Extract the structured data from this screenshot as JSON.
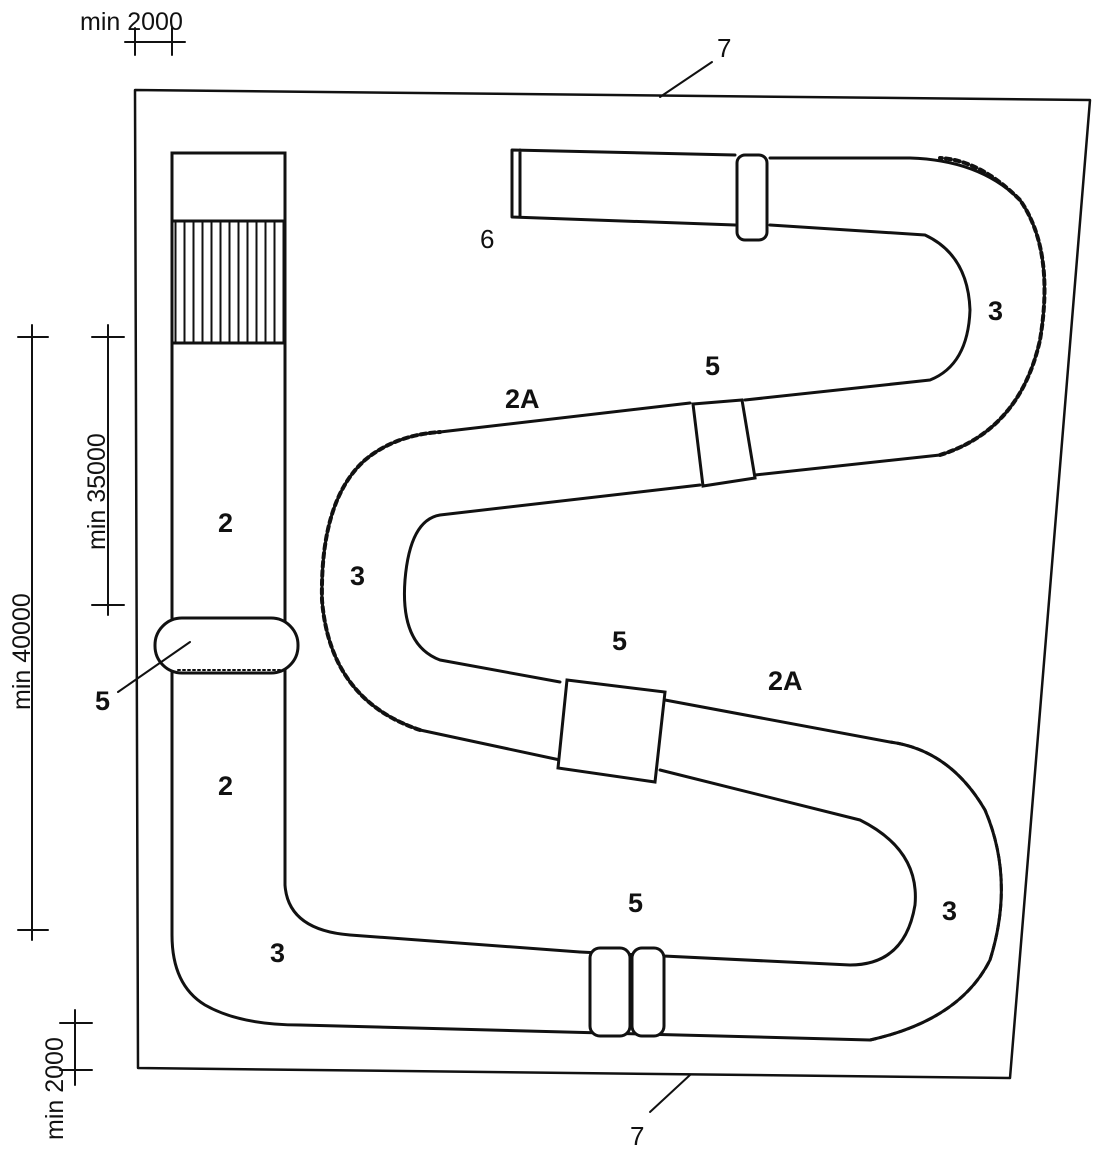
{
  "dimensions": {
    "top_spacing": "min 2000",
    "bottom_spacing": "min 2000",
    "outer_length": "min 40000",
    "inner_length": "min 35000"
  },
  "labels": {
    "boundary_top": "7",
    "boundary_bottom": "7",
    "start_area": "6",
    "straight_upper": "2",
    "straight_lower": "2",
    "diagonal_upper": "2A",
    "diagonal_lower": "2A",
    "curve_right_upper": "3",
    "curve_left": "3",
    "curve_right_lower": "3",
    "curve_bottom_left": "3",
    "crossing_left": "5",
    "crossing_upper": "5",
    "crossing_middle": "5",
    "crossing_bottom": "5"
  }
}
